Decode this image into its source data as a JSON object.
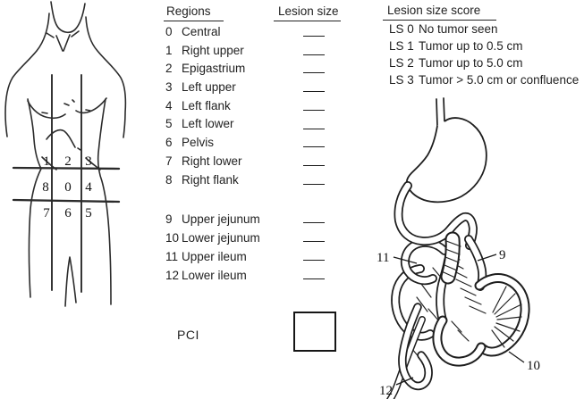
{
  "regions_panel": {
    "header": "Regions",
    "lesion_size_header": "Lesion size",
    "rows": [
      {
        "num": "0",
        "label": "Central"
      },
      {
        "num": "1",
        "label": "Right upper"
      },
      {
        "num": "2",
        "label": "Epigastrium"
      },
      {
        "num": "3",
        "label": "Left upper"
      },
      {
        "num": "4",
        "label": "Left flank"
      },
      {
        "num": "5",
        "label": "Left lower"
      },
      {
        "num": "6",
        "label": "Pelvis"
      },
      {
        "num": "7",
        "label": "Right lower"
      },
      {
        "num": "8",
        "label": "Right flank"
      },
      {
        "num": "9",
        "label": "Upper jejunum"
      },
      {
        "num": "10",
        "label": "Lower jejunum"
      },
      {
        "num": "11",
        "label": "Upper ileum"
      },
      {
        "num": "12",
        "label": "Lower ileum"
      }
    ],
    "pci_label": "PCI"
  },
  "score_panel": {
    "header": "Lesion size score",
    "rows": [
      {
        "code": "LS 0",
        "desc": "No tumor seen"
      },
      {
        "code": "LS 1",
        "desc": "Tumor up to 0.5 cm"
      },
      {
        "code": "LS 2",
        "desc": "Tumor up to 5.0 cm"
      },
      {
        "code": "LS 3",
        "desc": "Tumor > 5.0 cm or confluence"
      }
    ]
  },
  "figure": {
    "torso_grid_numbers": [
      "1",
      "2",
      "3",
      "8",
      "0",
      "4",
      "7",
      "6",
      "5"
    ],
    "bowel_labels": {
      "upper_jejunum": "9",
      "lower_jejunum": "10",
      "upper_ileum": "11",
      "lower_ileum": "12"
    }
  },
  "colors": {
    "ink": "#1f1f1f",
    "figure_line": "#2b2b2b",
    "background": "#ffffff"
  }
}
